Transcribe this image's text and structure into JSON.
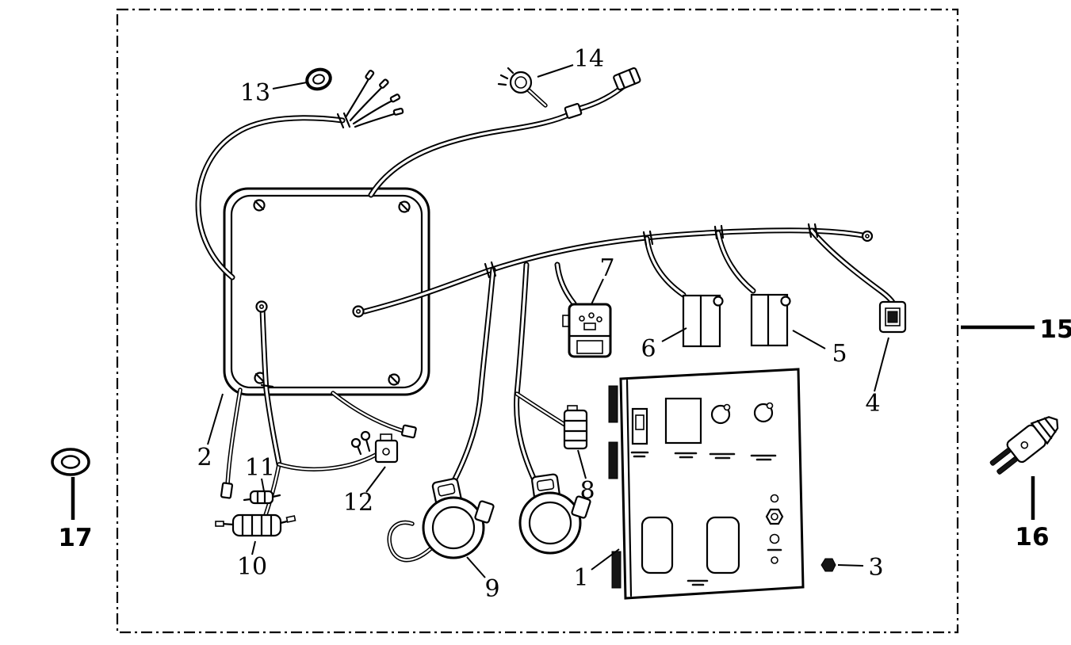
{
  "parts": {
    "p1": {
      "label": "1"
    },
    "p2": {
      "label": "2"
    },
    "p3": {
      "label": "3"
    },
    "p4": {
      "label": "4"
    },
    "p5": {
      "label": "5"
    },
    "p6": {
      "label": "6"
    },
    "p7": {
      "label": "7"
    },
    "p8": {
      "label": "8"
    },
    "p9": {
      "label": "9"
    },
    "p10": {
      "label": "10"
    },
    "p11": {
      "label": "11"
    },
    "p12": {
      "label": "12"
    },
    "p13": {
      "label": "13"
    },
    "p14": {
      "label": "14"
    },
    "p15": {
      "label": "15"
    },
    "p16": {
      "label": "16"
    },
    "p17": {
      "label": "17"
    }
  }
}
